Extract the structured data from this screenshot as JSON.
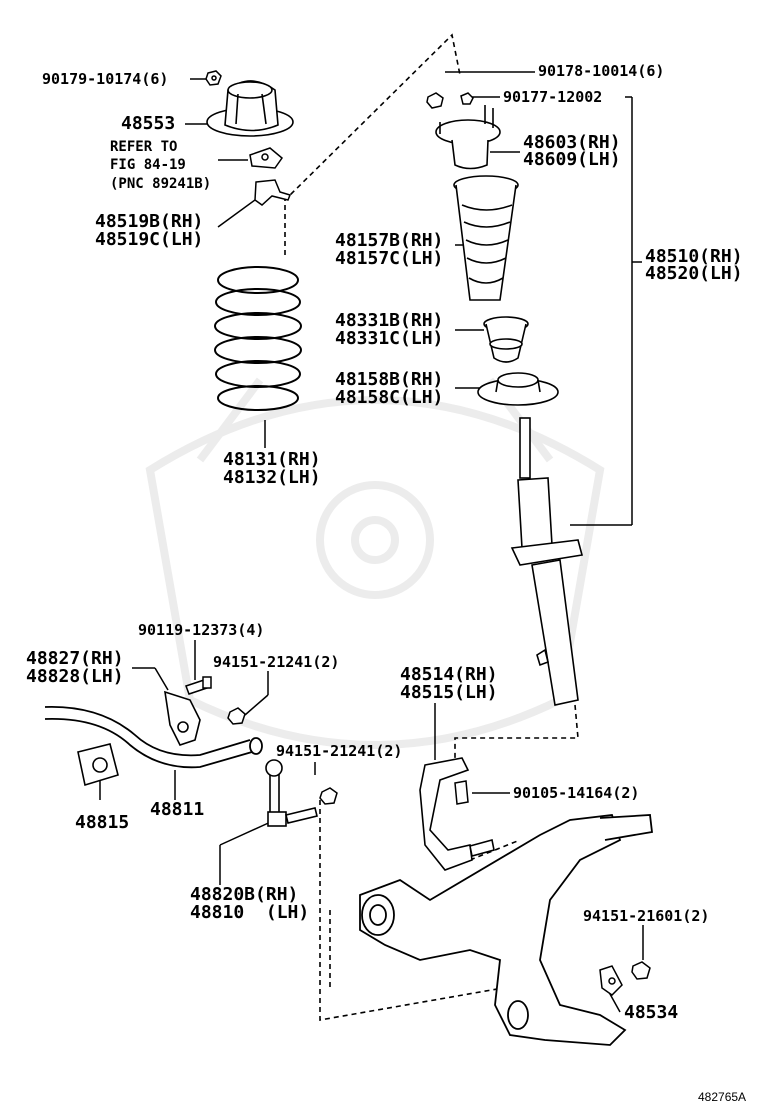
{
  "labels": {
    "p90179": "90179-10174(6)",
    "p48553": "48553",
    "refer1": "REFER TO",
    "refer2": "FIG 84-19",
    "refer3": "(PNC 89241B)",
    "p48519b": "48519B(RH)",
    "p48519c": "48519C(LH)",
    "p48131": "48131(RH)",
    "p48132": "48132(LH)",
    "p90178": "90178-10014(6)",
    "p90177": "90177-12002",
    "p48603": "48603(RH)",
    "p48609": "48609(LH)",
    "p48510": "48510(RH)",
    "p48520": "48520(LH)",
    "p48157b": "48157B(RH)",
    "p48157c": "48157C(LH)",
    "p48331b": "48331B(RH)",
    "p48331c": "48331C(LH)",
    "p48158b": "48158B(RH)",
    "p48158c": "48158C(LH)",
    "p90119": "90119-12373(4)",
    "p48827": "48827(RH)",
    "p48828": "48828(LH)",
    "p94151a": "94151-21241(2)",
    "p48514": "48514(RH)",
    "p48515": "48515(LH)",
    "p94151b": "94151-21241(2)",
    "p90105": "90105-14164(2)",
    "p48815": "48815",
    "p48811": "48811",
    "p48820b": "48820B(RH)",
    "p48810": "48810  (LH)",
    "p94151c": "94151-21601(2)",
    "p48534": "48534"
  },
  "diagram_code": "482765A"
}
